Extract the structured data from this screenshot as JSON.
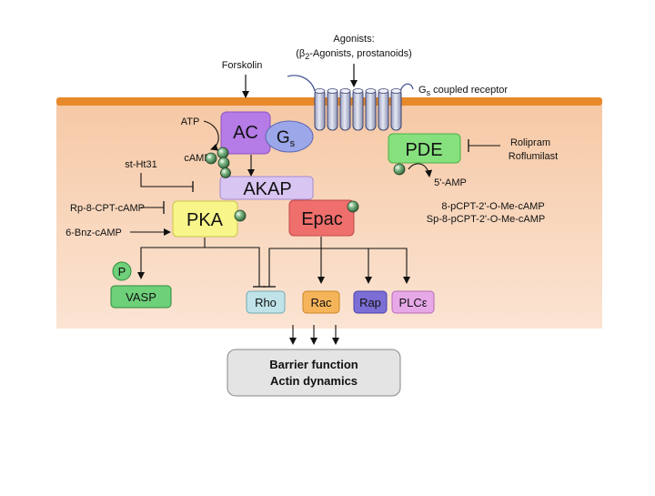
{
  "agonists": {
    "title": "Agonists:",
    "list_prefix": "(β",
    "list_sub": "2",
    "list_rest": "-Agonists, prostanoids)"
  },
  "forskolin": "Forskolin",
  "receptor": {
    "prefix": "G",
    "sub": "s",
    "rest": " coupled receptor"
  },
  "ac": {
    "label": "AC",
    "atp": "ATP",
    "camp": "cAMP"
  },
  "gs": {
    "main": "G",
    "sub": "s"
  },
  "pde": {
    "label": "PDE",
    "product": "5'-AMP"
  },
  "pde_inhibitors": [
    "Rolipram",
    "Roflumilast"
  ],
  "akap": {
    "label": "AKAP",
    "inhibitor": "st-Ht31"
  },
  "pka": {
    "label": "PKA",
    "inhibitor": "Rp-8-CPT-cAMP",
    "activator": "6-Bnz-cAMP"
  },
  "epac": {
    "label": "Epac",
    "activators": [
      "8-pCPT-2'-O-Me-cAMP",
      "Sp-8-pCPT-2'-O-Me-cAMP"
    ]
  },
  "targets": {
    "phospho": "P",
    "vasp": "VASP",
    "rho": "Rho",
    "rac": "Rac",
    "rap": "Rap",
    "plc": "PLCε"
  },
  "outcome": [
    "Barrier function",
    "Actin dynamics"
  ],
  "colors": {
    "membrane": "#E8892A",
    "cytoplasm_top": "#F6C9A6",
    "cytoplasm_bottom": "#FBE4D3",
    "ac": "#B57BE6",
    "gs": "#9BA7E8",
    "pde": "#86E07E",
    "akap": "#D9C5F2",
    "pka": "#F8F68A",
    "epac": "#EF6F6C",
    "vasp": "#6FD07A",
    "rho": "#BFE3E8",
    "rac": "#F5B45A",
    "rap": "#7B6FD6",
    "plc": "#E7A8E8",
    "camp_ball": "#86C08E",
    "outcome": "#E4E4E4"
  }
}
